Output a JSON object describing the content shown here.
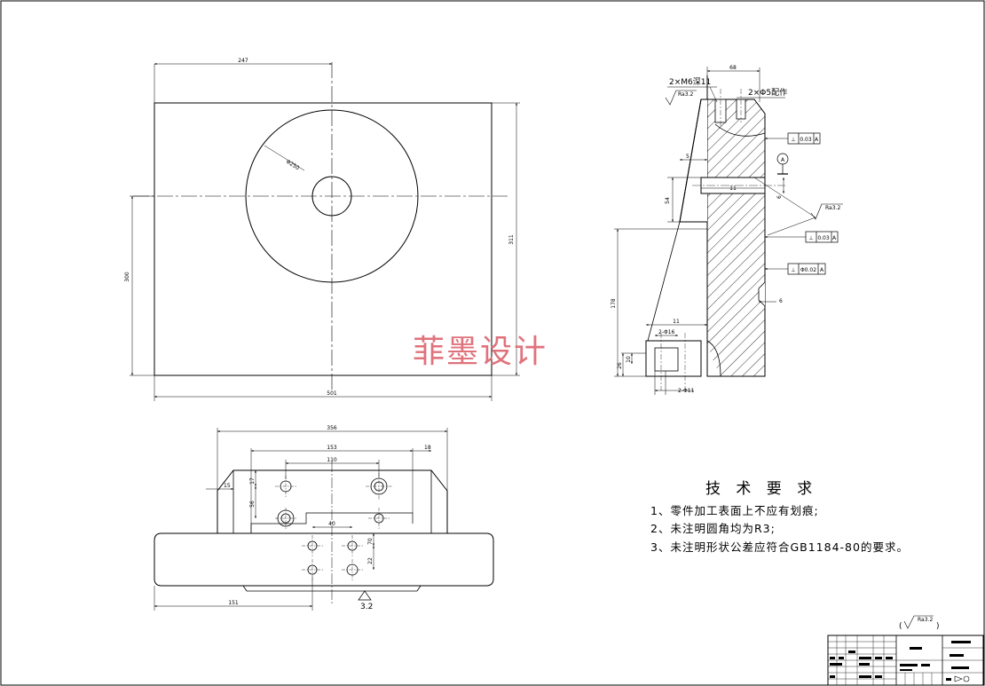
{
  "watermark": "菲墨设计",
  "top_view": {
    "dim_top": "247",
    "dim_circle": "Φ250",
    "dim_left": "300",
    "dim_right": "311",
    "dim_bottom": "501"
  },
  "section_view": {
    "thread_note": "2×M6深11",
    "pin_note": "2×Φ5配作",
    "roughness_top": "Ra3.2",
    "roughness_right": "Ra3.2",
    "dim_top": "68",
    "dim_5": "5",
    "dim_11": "11",
    "dim_54": "54",
    "dim_26": "26",
    "dim_178": "178",
    "dim_11b": "11",
    "dim_hole": "2-Φ16",
    "dim_bottom": "2-Φ11",
    "dim_6": "6",
    "dim_small1": "26",
    "dim_small2": "10",
    "datum_letter": "A",
    "tol1": {
      "symbol": "⊥",
      "value": "0.03",
      "datum": "A"
    },
    "tol2": {
      "symbol": "⊥",
      "value": "0.03",
      "datum": "A"
    },
    "tol3": {
      "symbol": "⊥",
      "value": "Φ0.02",
      "datum": "A"
    }
  },
  "front_view": {
    "dim_top": "356",
    "dim_153": "153",
    "dim_110": "110",
    "dim_18": "18",
    "dim_left": "15",
    "dim_17": "17",
    "dim_56": "56",
    "dim_40": "40",
    "dim_70": "70",
    "dim_22": "22",
    "dim_bottom": "151",
    "roughness": "3.2"
  },
  "tech_req": {
    "title": "技 术 要 求",
    "items": [
      "1、零件加工表面上不应有划痕;",
      "2、未注明圆角均为R3;",
      "3、未注明形状公差应符合GB1184-80的要求。"
    ]
  },
  "title_block": {
    "roughness_note_prefix": "(",
    "roughness_note_value": "Ra3.2",
    "roughness_note_suffix": ")"
  }
}
